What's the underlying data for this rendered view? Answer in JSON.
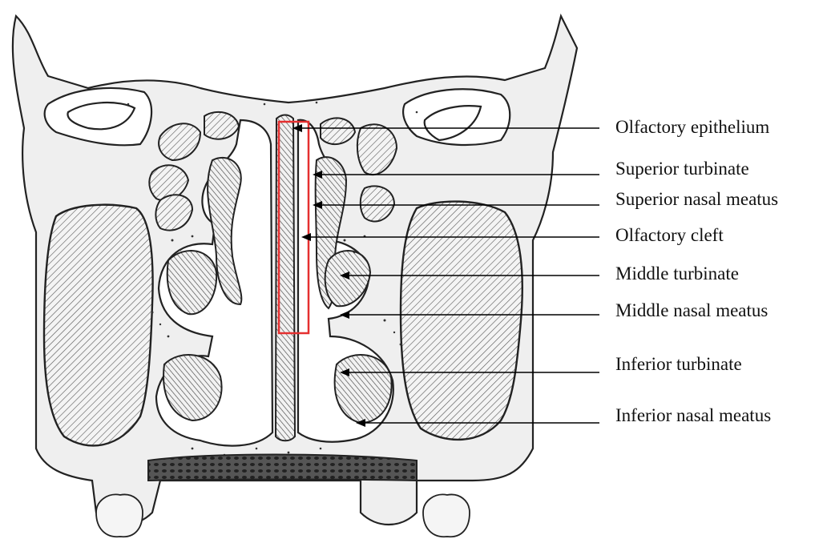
{
  "labels": [
    "Olfactory epithelium",
    "Superior turbinate",
    "Superior nasal meatus",
    "Olfactory cleft",
    "Middle turbinate",
    "Middle nasal meatus",
    "Inferior turbinate",
    "Inferior nasal meatus"
  ],
  "colors": {
    "highlight_box": "#e53030",
    "line": "#000000",
    "text": "#111111"
  }
}
